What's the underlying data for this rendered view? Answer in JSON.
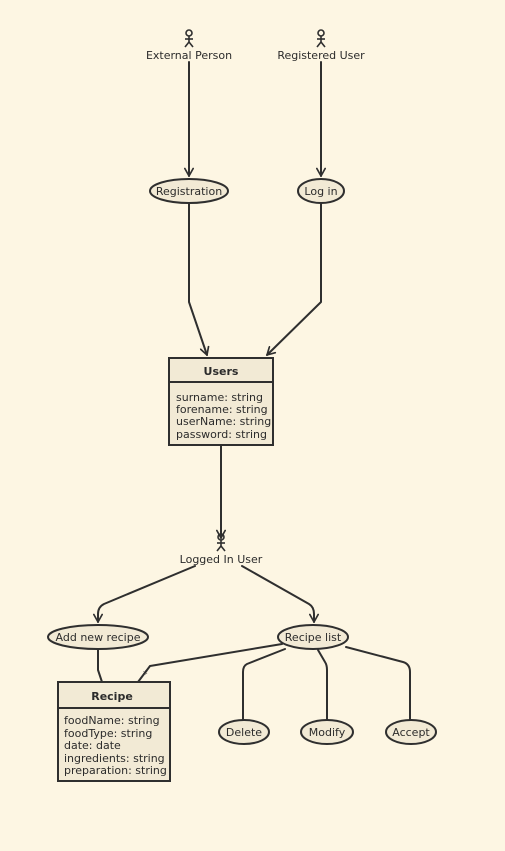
{
  "actors": {
    "external_person": "External Person",
    "registered_user": "Registered User",
    "logged_in_user": "Logged In User"
  },
  "use_cases": {
    "registration": "Registration",
    "log_in": "Log in",
    "add_new_recipe": "Add new recipe",
    "recipe_list": "Recipe list",
    "delete": "Delete",
    "modify": "Modify",
    "accept": "Accept"
  },
  "classes": {
    "users": {
      "title": "Users",
      "attributes": [
        "surname: string",
        "forename: string",
        "userName: string",
        "password: string"
      ]
    },
    "recipe": {
      "title": "Recipe",
      "attributes": [
        "foodName: string",
        "foodType: string",
        "date: date",
        "ingredients: string",
        "preparation: string"
      ]
    }
  },
  "multiplicity": "*"
}
